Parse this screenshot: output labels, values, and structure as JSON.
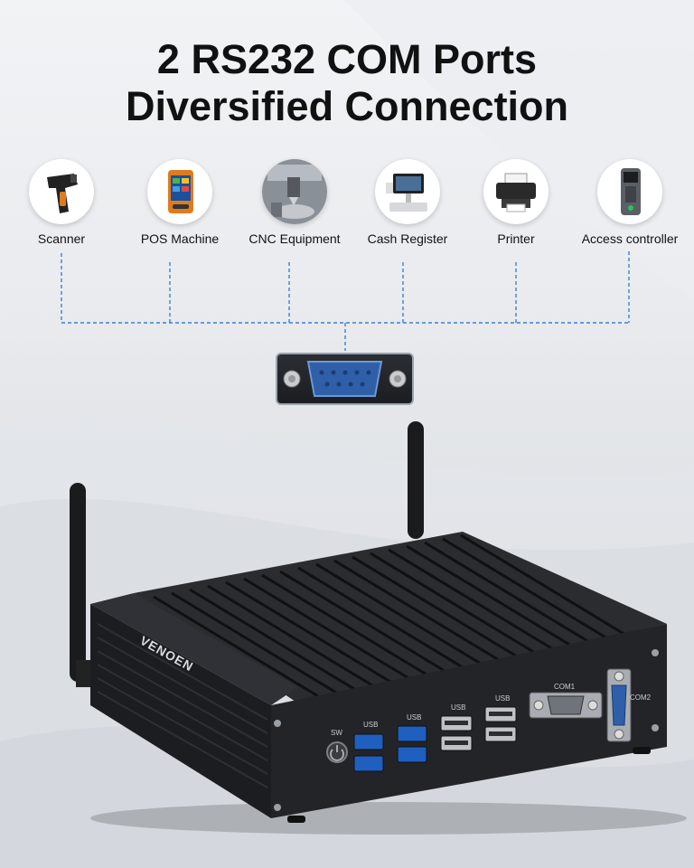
{
  "headline": {
    "line1": "2 RS232 COM Ports",
    "line2": "Diversified Connection"
  },
  "devices": [
    {
      "label": "Scanner",
      "icon": "barcode-scanner-icon"
    },
    {
      "label": "POS Machine",
      "icon": "pos-machine-icon"
    },
    {
      "label": "CNC Equipment",
      "icon": "cnc-equipment-icon"
    },
    {
      "label": "Cash Register",
      "icon": "cash-register-icon"
    },
    {
      "label": "Printer",
      "icon": "printer-icon"
    },
    {
      "label": "Access controller",
      "icon": "access-controller-icon"
    }
  ],
  "product": {
    "brand": "VENOEN",
    "port_labels": {
      "sw": "SW",
      "usb": "USB",
      "com1": "COM1",
      "com2": "COM2"
    }
  },
  "colors": {
    "connector_blue": "#2f5fa8",
    "dash_line": "#3f7fd0",
    "chassis": "#1f2124"
  }
}
